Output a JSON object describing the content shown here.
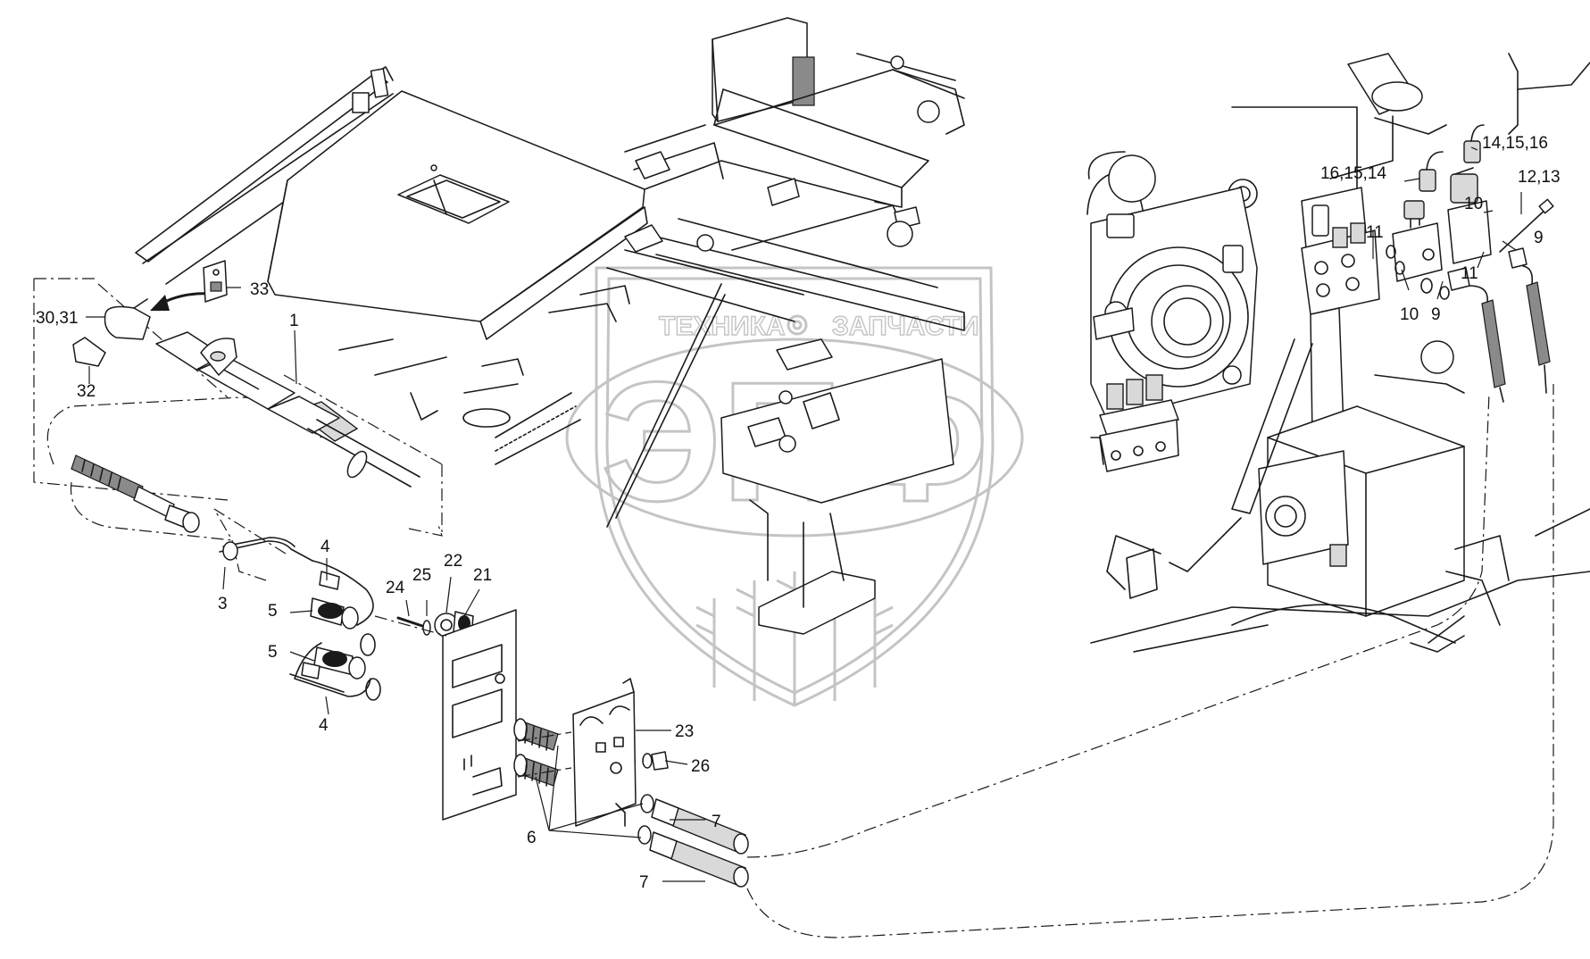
{
  "watermark": {
    "top_text": "ТЕХНИКА",
    "top_text_right": "ЗАПЧАСТИ",
    "big_letters": "ЭПФ",
    "color": "#c4c4c4"
  },
  "labels": {
    "l1": "1",
    "l3": "3",
    "l4a": "4",
    "l4b": "4",
    "l5a": "5",
    "l5b": "5",
    "l6": "6",
    "l7a": "7",
    "l7b": "7",
    "l9a": "9",
    "l9b": "9",
    "l10a": "10",
    "l10b": "10",
    "l11a": "11",
    "l11b": "11",
    "l12": "12,13",
    "l14": "14,15,16",
    "l16": "16,15,14",
    "l21": "21",
    "l22": "22",
    "l23": "23",
    "l24": "24",
    "l25": "25",
    "l26": "26",
    "l30": "30,31",
    "l32": "32",
    "l33": "33"
  }
}
